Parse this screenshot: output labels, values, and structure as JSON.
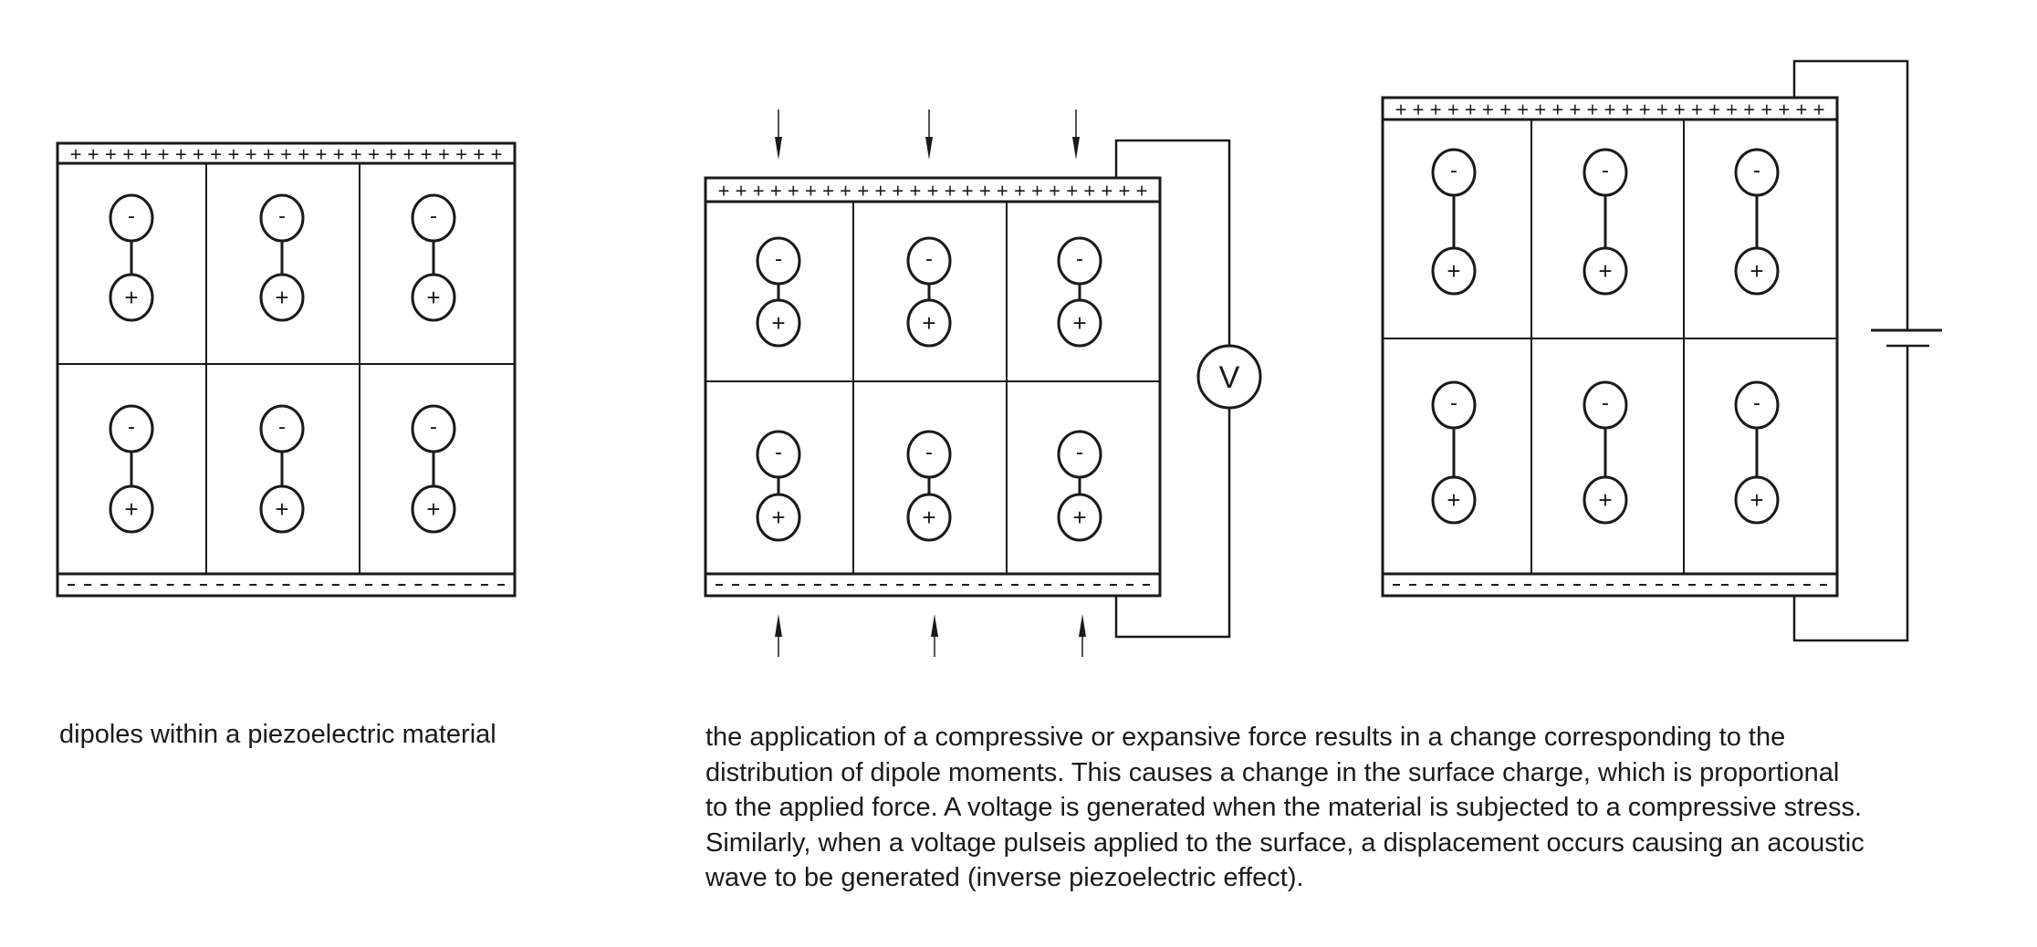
{
  "figures": [
    {
      "id": "unstressed",
      "plus_symbol": "+",
      "minus_symbol": "-",
      "caption": "dipoles within a piezoelectric material"
    },
    {
      "id": "compressed",
      "plus_symbol": "+",
      "minus_symbol": "-",
      "meter_label": "V",
      "caption_lines": [
        "the application of a compressive or expansive force results in a change corresponding to the",
        "distribution of dipole moments. This causes a change in the surface charge, which is proportional",
        "to the applied force. A voltage is generated when the material is subjected to a compressive stress.",
        "Similarly, when a voltage pulseis applied to the surface, a displacement occurs causing an acoustic",
        "wave to be generated (inverse piezoelectric effect)."
      ]
    },
    {
      "id": "voltage-applied",
      "plus_symbol": "+",
      "minus_symbol": "-"
    }
  ],
  "colors": {
    "stroke": "#1a1a1a",
    "background": "#ffffff"
  }
}
